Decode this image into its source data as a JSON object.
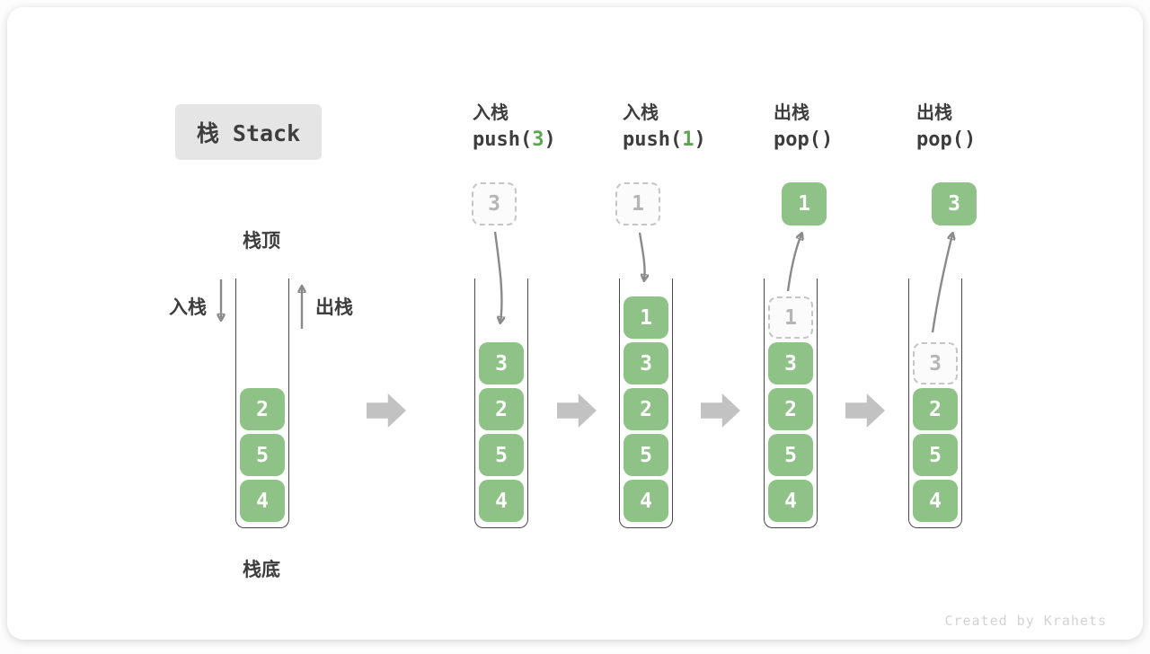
{
  "title": "栈 Stack",
  "watermark": "Created by Krahets",
  "main_stack": {
    "top_label": "栈顶",
    "bottom_label": "栈底",
    "push_label": "入栈",
    "pop_label": "出栈",
    "cells": [
      {
        "value": "2",
        "style": "solid"
      },
      {
        "value": "5",
        "style": "solid"
      },
      {
        "value": "4",
        "style": "solid"
      }
    ]
  },
  "operations": [
    {
      "action_label": "入栈",
      "code_prefix": "push(",
      "code_arg": "3",
      "code_suffix": ")",
      "floating": {
        "value": "3",
        "style": "dashed"
      },
      "arrow": "down",
      "cells": [
        {
          "value": "3",
          "style": "solid"
        },
        {
          "value": "2",
          "style": "solid"
        },
        {
          "value": "5",
          "style": "solid"
        },
        {
          "value": "4",
          "style": "solid"
        }
      ]
    },
    {
      "action_label": "入栈",
      "code_prefix": "push(",
      "code_arg": "1",
      "code_suffix": ")",
      "floating": {
        "value": "1",
        "style": "dashed"
      },
      "arrow": "down",
      "cells": [
        {
          "value": "1",
          "style": "solid"
        },
        {
          "value": "3",
          "style": "solid"
        },
        {
          "value": "2",
          "style": "solid"
        },
        {
          "value": "5",
          "style": "solid"
        },
        {
          "value": "4",
          "style": "solid"
        }
      ]
    },
    {
      "action_label": "出栈",
      "code_prefix": "pop(",
      "code_arg": "",
      "code_suffix": ")",
      "floating": {
        "value": "1",
        "style": "solid"
      },
      "arrow": "up",
      "cells": [
        {
          "value": "1",
          "style": "dashed"
        },
        {
          "value": "3",
          "style": "solid"
        },
        {
          "value": "2",
          "style": "solid"
        },
        {
          "value": "5",
          "style": "solid"
        },
        {
          "value": "4",
          "style": "solid"
        }
      ]
    },
    {
      "action_label": "出栈",
      "code_prefix": "pop(",
      "code_arg": "",
      "code_suffix": ")",
      "floating": {
        "value": "3",
        "style": "solid"
      },
      "arrow": "up",
      "cells": [
        {
          "value": "3",
          "style": "dashed"
        },
        {
          "value": "2",
          "style": "solid"
        },
        {
          "value": "5",
          "style": "solid"
        },
        {
          "value": "4",
          "style": "solid"
        }
      ]
    }
  ],
  "colors": {
    "cell_green": "#8EC287",
    "code_arg_green": "#5FA455",
    "arrow_gray": "#8a8a8a",
    "block_arrow_gray": "#c2c2c2",
    "ghost_border": "#c5c5c5",
    "ghost_text": "#b5b5b5",
    "label_dark": "#3d3d3d",
    "title_bg": "#e5e5e5",
    "wall_dark": "#474747",
    "watermark_gray": "#d3d3d3"
  }
}
